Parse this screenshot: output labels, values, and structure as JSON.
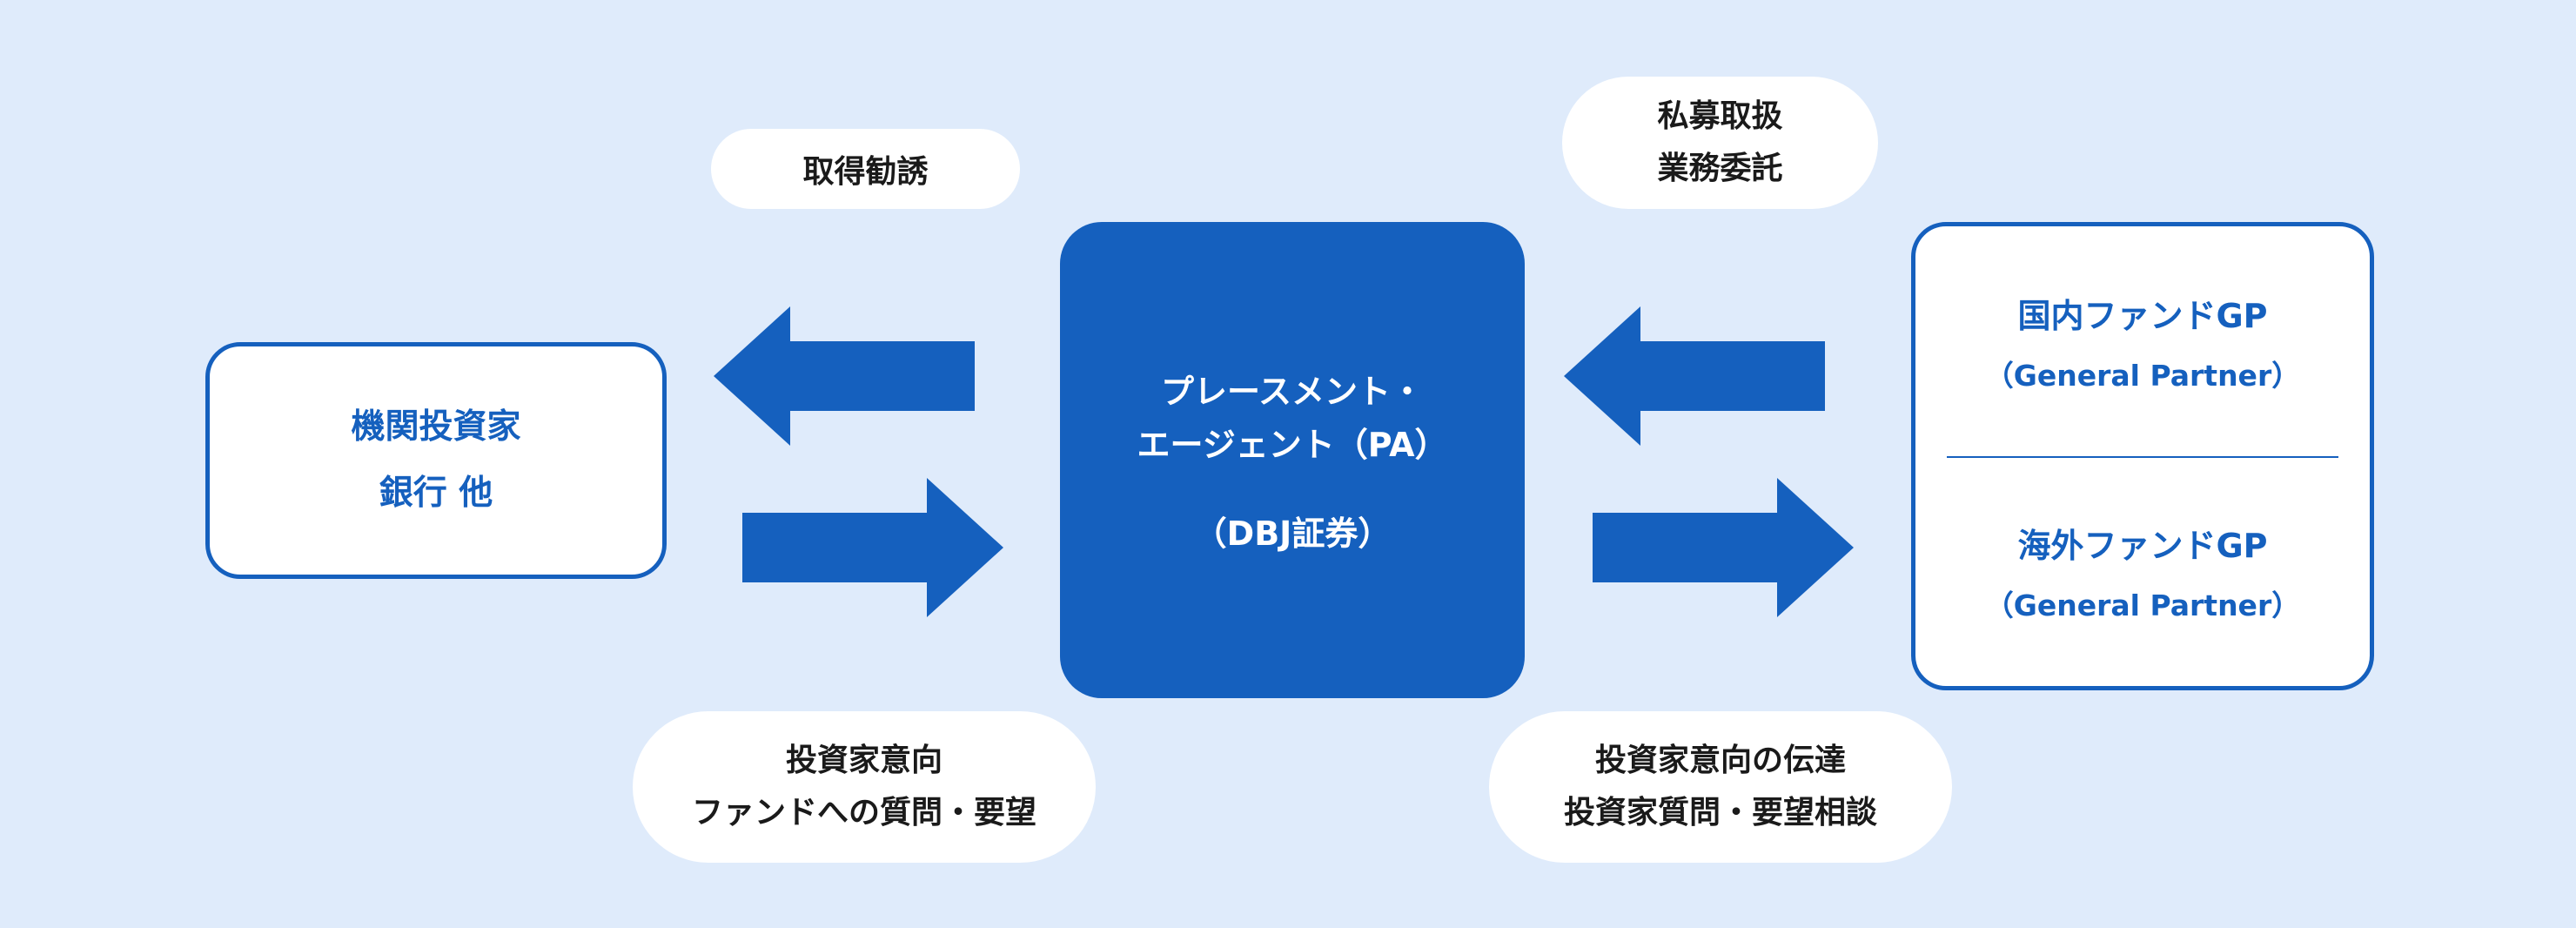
{
  "palette": {
    "background": "#DFEBFB",
    "accent_blue": "#1560BE",
    "box_white": "#FFFFFF",
    "pill_text": "#1A1A1A"
  },
  "boxes": {
    "investors": {
      "lines": [
        "機関投資家",
        "銀行 他"
      ]
    },
    "agent": {
      "lines": [
        "プレースメント・",
        "エージェント（PA）"
      ],
      "subline": "（DBJ証券）"
    },
    "gp": {
      "domestic": {
        "title": "国内ファンドGP",
        "subtitle": "（General Partner）"
      },
      "overseas": {
        "title": "海外ファンドGP",
        "subtitle": "（General Partner）"
      }
    }
  },
  "labels": {
    "acquisition": "取得勧誘",
    "private_placement": [
      "私募取扱",
      "業務委託"
    ],
    "investor_intent": [
      "投資家意向",
      "ファンドへの質問・要望"
    ],
    "intent_relay": [
      "投資家意向の伝達",
      "投資家質問・要望相談"
    ]
  },
  "arrows": [
    {
      "name": "arrow-pa-to-investors",
      "direction": "left"
    },
    {
      "name": "arrow-investors-to-pa",
      "direction": "right"
    },
    {
      "name": "arrow-gp-to-pa",
      "direction": "left"
    },
    {
      "name": "arrow-pa-to-gp",
      "direction": "right"
    }
  ]
}
